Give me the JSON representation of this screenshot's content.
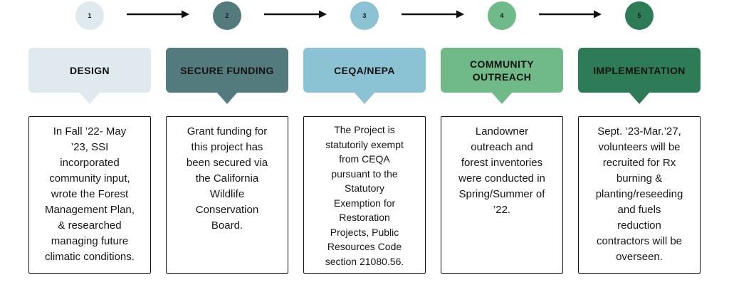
{
  "diagram": {
    "title": "project process timeline",
    "background_color": "#ffffff",
    "box_border_color": "#111111",
    "arrow_color": "#111111",
    "header_text_color": "#121212"
  },
  "steps": [
    {
      "number": "1",
      "title": "DESIGN",
      "color": "#e0e9ee",
      "description_lines": [
        "In Fall ’22- May",
        "’23, SSI",
        "incorporated",
        "community input,",
        "wrote the Forest",
        "Management Plan,",
        "& researched",
        "managing future",
        "climatic conditions."
      ]
    },
    {
      "number": "2",
      "title": "SECURE FUNDING",
      "color": "#537a7c",
      "description_lines": [
        "Grant funding for",
        "this project has",
        "been secured via",
        "the California",
        "Wildlife",
        "Conservation",
        "Board."
      ]
    },
    {
      "number": "3",
      "title": "CEQA/NEPA",
      "color": "#8cc3d4",
      "description_lines": [
        "The Project is",
        "statutorily exempt",
        "from CEQA",
        "pursuant to the",
        "Statutory",
        "Exemption for",
        "Restoration",
        "Projects, Public",
        "Resources Code",
        "section 21080.56."
      ]
    },
    {
      "number": "4",
      "title": [
        "COMMUNITY",
        "OUTREACH"
      ],
      "color": "#70ba8a",
      "description_lines": [
        "Landowner",
        "outreach and",
        "forest inventories",
        "were conducted in",
        "Spring/Summer of",
        "’22."
      ]
    },
    {
      "number": "5",
      "title": "IMPLEMENTATION",
      "color": "#2e7c57",
      "description_lines": [
        "Sept. ’23-Mar.’27,",
        "volunteers will be",
        "recruited for Rx",
        "burning &",
        "planting/reseeding",
        "and fuels",
        "reduction",
        "contractors will be",
        "overseen."
      ]
    }
  ]
}
